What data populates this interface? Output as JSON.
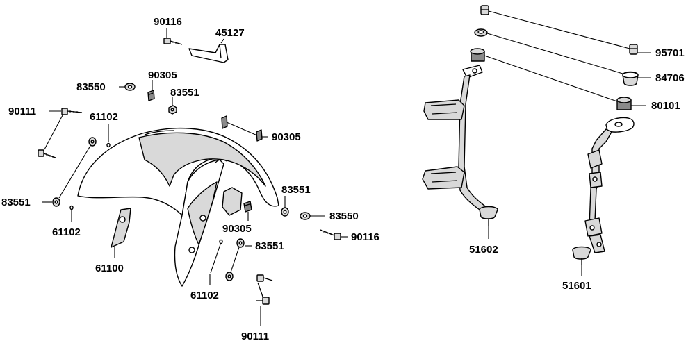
{
  "labels": {
    "p90116_top": "90116",
    "p45127": "45127",
    "p83550_left": "83550",
    "p90305_top": "90305",
    "p83551_top": "83551",
    "p90111_left": "90111",
    "p61102_top": "61102",
    "p90305_mid": "90305",
    "p83551_right": "83551",
    "p83550_right": "83550",
    "p83551_left": "83551",
    "p61102_left": "61102",
    "p90305_low": "90305",
    "p90116_right": "90116",
    "p61100": "61100",
    "p83551_low": "83551",
    "p61102_bottom": "61102",
    "p90111_bottom": "90111",
    "p95701": "95701",
    "p84706": "84706",
    "p80101": "80101",
    "p51602": "51602",
    "p51601": "51601"
  }
}
